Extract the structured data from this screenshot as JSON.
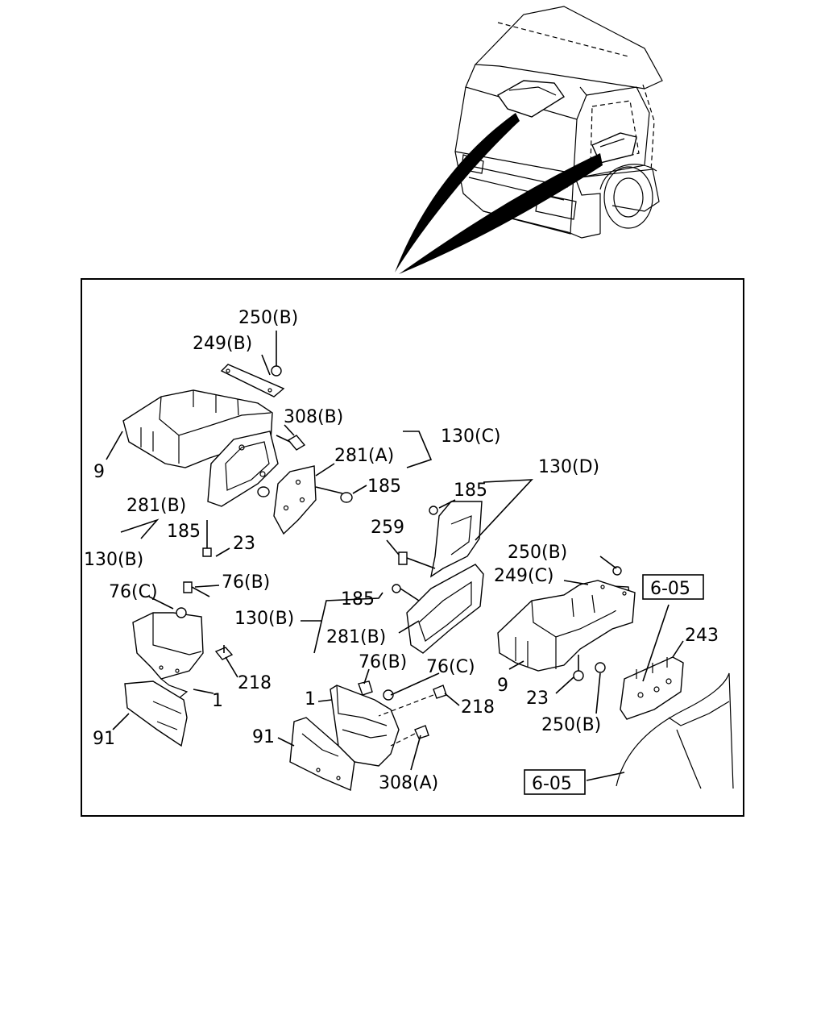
{
  "diagram": {
    "labels": {
      "l250B_top": "250(B)",
      "l249B": "249(B)",
      "l308B": "308(B)",
      "l9_left": "9",
      "l130C": "130(C)",
      "l281A": "281(A)",
      "l185_a": "185",
      "l281B_left": "281(B)",
      "l185_b": "185",
      "l130B_left": "130(B)",
      "l23_left": "23",
      "l130D": "130(D)",
      "l185_c": "185",
      "l259": "259",
      "l76C_left": "76(C)",
      "l76B_left": "76(B)",
      "l185_d": "185",
      "l130B_mid": "130(B)",
      "l281B_mid": "281(B)",
      "l218_left": "218",
      "l1_left": "1",
      "l91_left": "91",
      "l76B_mid": "76(B)",
      "l76C_mid": "76(C)",
      "l1_mid": "1",
      "l218_mid": "218",
      "l91_mid": "91",
      "l308A": "308(A)",
      "l250B_right": "250(B)",
      "l249C": "249(C)",
      "l605_top": "6-05",
      "l243": "243",
      "l9_right": "9",
      "l23_right": "23",
      "l250B_bottom": "250(B)",
      "l605_bottom": "6-05"
    }
  }
}
